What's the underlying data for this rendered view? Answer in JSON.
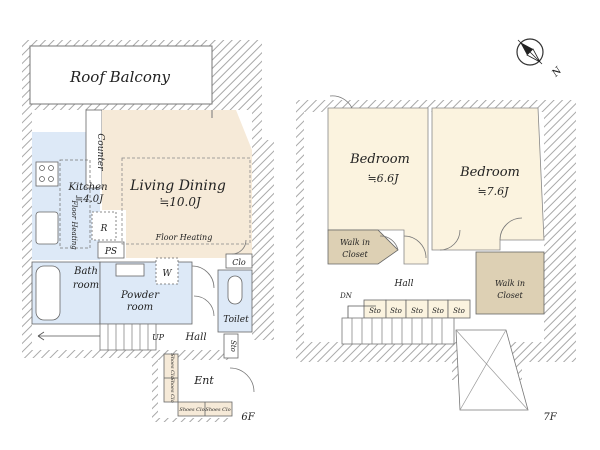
{
  "floor6": {
    "roof_balcony": "Roof Balcony",
    "counter": "Counter",
    "kitchen": "Kitchen",
    "kitchen_size": "≒4.0J",
    "floor_heating_vertical": "Floor Heating",
    "living_dining": "Living Dining",
    "living_size": "≒10.0J",
    "floor_heating": "Floor Heating",
    "refrigerator": "R",
    "ps": "PS",
    "washer": "W",
    "bath_line1": "Bath",
    "bath_line2": "room",
    "powder_line1": "Powder",
    "powder_line2": "room",
    "clo": "Clo",
    "toilet": "Toilet",
    "up": "UP",
    "hall": "Hall",
    "sto": "Sto",
    "ent": "Ent",
    "shoes_clo": "Shoes Clo",
    "floor_label": "6F"
  },
  "floor7": {
    "bedroom1": "Bedroom",
    "bedroom1_size": "≒6.6J",
    "bedroom2": "Bedroom",
    "bedroom2_size": "≒7.6J",
    "walkin1_line1": "Walk in",
    "walkin1_line2": "Closet",
    "walkin2_line1": "Walk in",
    "walkin2_line2": "Closet",
    "hall": "Hall",
    "dn": "DN",
    "sto": "Sto",
    "floor_label": "7F"
  },
  "compass": {
    "north": "N"
  },
  "colors": {
    "living": "#f6ead8",
    "bedroom": "#fbf3df",
    "wet": "#dde9f7",
    "closet": "#ddd0b4",
    "wall": "#8a8a8a",
    "hatch": "#b8b8b8"
  }
}
